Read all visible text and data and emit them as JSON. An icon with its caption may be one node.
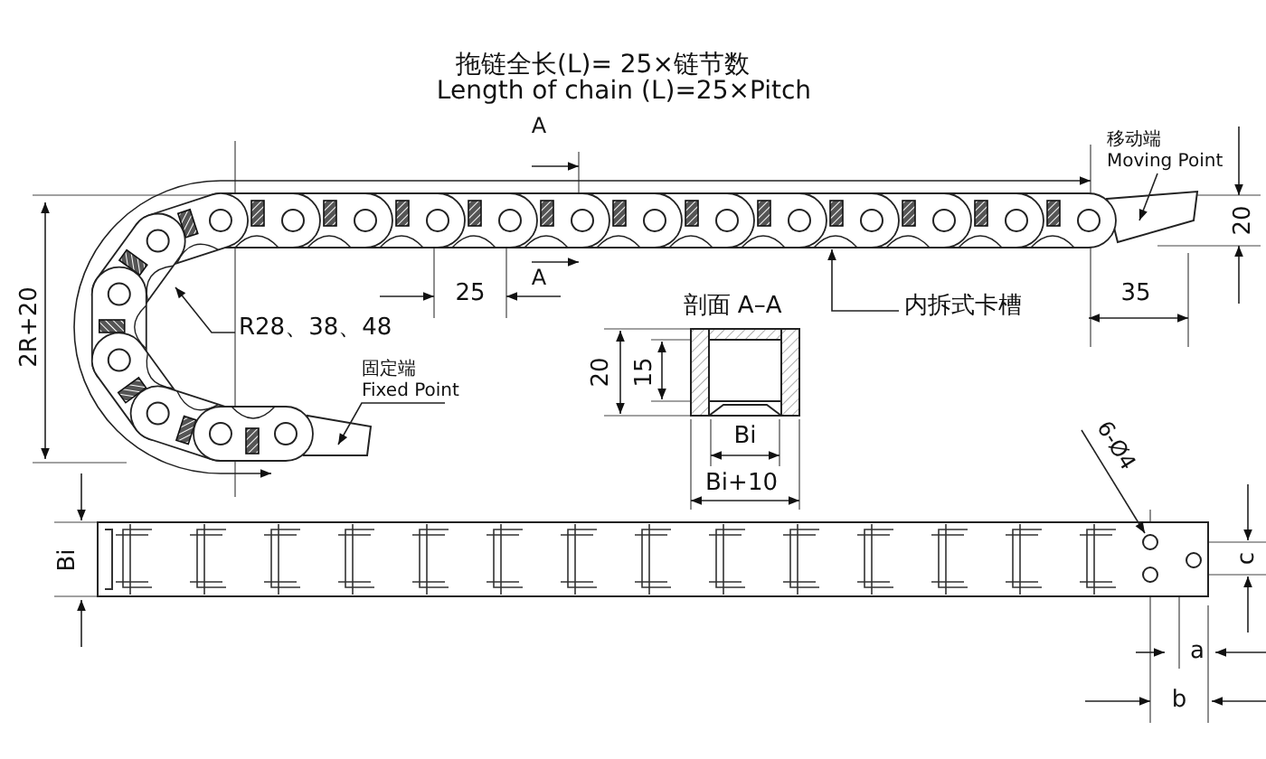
{
  "diagram": {
    "title": "拖链全长(L)= 25×链节数",
    "nodes": [
      {
        "text": [
          "移动端",
          "Moving Point"
        ]
      },
      {
        "text": [
          "固定端",
          "Fixed Point"
        ]
      },
      {
        "text": [
          "R28、38、48"
        ]
      },
      {
        "text": [
          "内拆式卡槽"
        ]
      },
      {
        "text": [
          "6-Ø4"
        ]
      }
    ],
    "edges": [
      {
        "from": 0,
        "to": null,
        "arrow": "to"
      },
      {
        "from": 1,
        "to": null,
        "arrow": "to"
      },
      {
        "from": 2,
        "to": null,
        "arrow": "to"
      },
      {
        "from": 3,
        "to": null,
        "arrow": "to"
      },
      {
        "from": 4,
        "to": null,
        "arrow": "to"
      }
    ],
    "labels": [
      "Length of chain (L)=25×Pitch",
      "A",
      "20",
      "25",
      "A",
      "35",
      "2R+20",
      "剖面 A–A",
      "20",
      "15",
      "Bi",
      "Bi+10",
      "Bi",
      "c",
      "a",
      "b"
    ]
  }
}
